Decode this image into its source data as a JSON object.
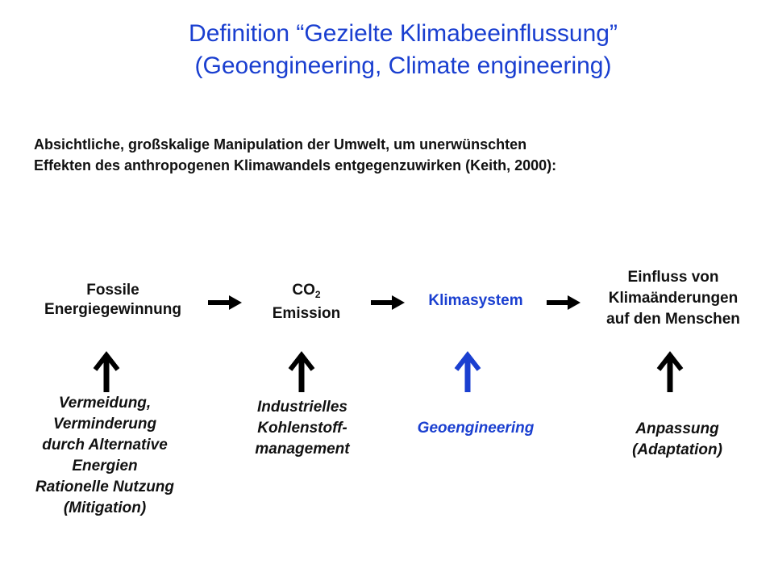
{
  "title": {
    "line1": "Definition “Gezielte Klimabeeinflussung”",
    "line2": "(Geoengineering, Climate engineering)"
  },
  "definition": {
    "line1": "Absichtliche, großskalige Manipulation der Umwelt, um unerwünschten",
    "line2": "Effekten des anthropogenen Klimawandels entgegenzuwirken (Keith, 2000):"
  },
  "chain": {
    "fossil": [
      "Fossile",
      "Energiegewinnung"
    ],
    "co2": {
      "main": "CO",
      "sub": "2",
      "line2": "Emission"
    },
    "climate": "Klimasystem",
    "impact": [
      "Einfluss von",
      "Klimaänderungen",
      "auf den Menschen"
    ]
  },
  "measures": {
    "mitigation": [
      "Vermeidung,",
      "Verminderung",
      "durch Alternative",
      "Energien",
      "Rationelle Nutzung",
      "(Mitigation)"
    ],
    "carbon_management": [
      "Industrielles",
      "Kohlenstoff-",
      "management"
    ],
    "geoengineering": "Geoengineering",
    "adaptation": [
      "Anpassung",
      "(Adaptation)"
    ]
  },
  "colors": {
    "accent_blue": "#1a3fd0",
    "text": "#111111"
  }
}
